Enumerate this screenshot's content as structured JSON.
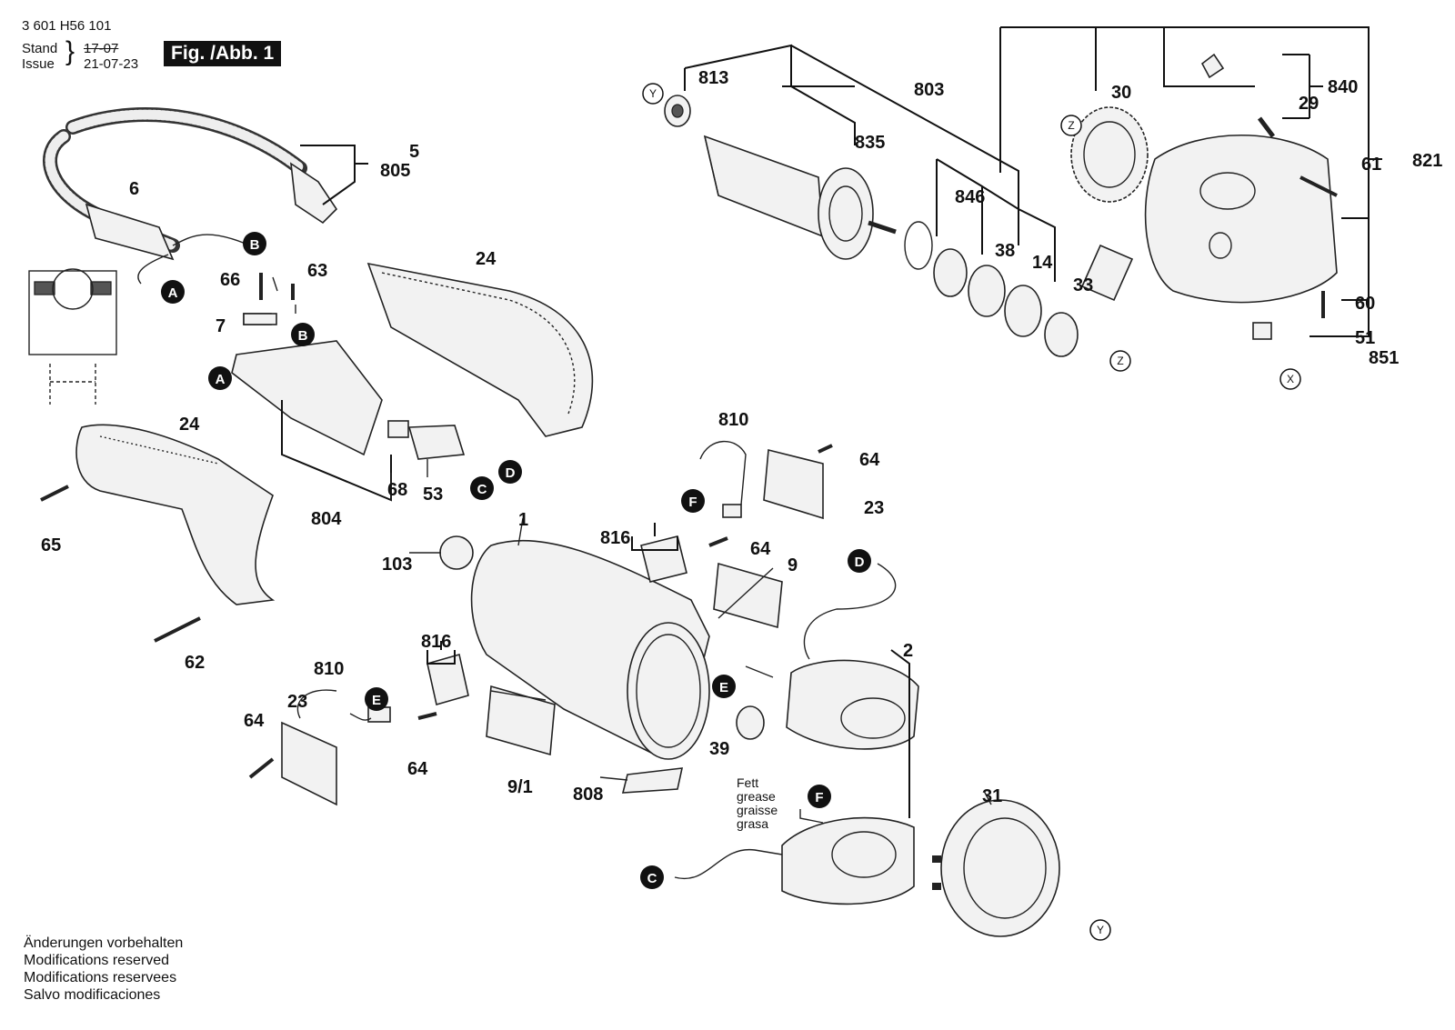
{
  "header": {
    "doc_number": "3 601 H56 101",
    "stand_label": "Stand",
    "issue_label": "Issue",
    "stand_date": "17-07",
    "issue_date": "21-07-23",
    "figure_label": "Fig. /Abb. 1"
  },
  "notes": [
    "Änderungen vorbehalten",
    "Modifications reserved",
    "Modifications reservees",
    "Salvo modificaciones"
  ],
  "grease_label": [
    "Fett",
    "grease",
    "graisse",
    "grasa"
  ],
  "parts": [
    {
      "id": "p813",
      "text": "813"
    },
    {
      "id": "p803",
      "text": "803"
    },
    {
      "id": "p835",
      "text": "835"
    },
    {
      "id": "p30",
      "text": "30"
    },
    {
      "id": "p840",
      "text": "840"
    },
    {
      "id": "p29",
      "text": "29"
    },
    {
      "id": "p821",
      "text": "821"
    },
    {
      "id": "p61",
      "text": "61"
    },
    {
      "id": "p846",
      "text": "846"
    },
    {
      "id": "p38",
      "text": "38"
    },
    {
      "id": "p14",
      "text": "14"
    },
    {
      "id": "p33",
      "text": "33"
    },
    {
      "id": "p60",
      "text": "60"
    },
    {
      "id": "p51",
      "text": "51"
    },
    {
      "id": "p851",
      "text": "851"
    },
    {
      "id": "p5",
      "text": "5"
    },
    {
      "id": "p805",
      "text": "805"
    },
    {
      "id": "p6",
      "text": "6"
    },
    {
      "id": "p24a",
      "text": "24"
    },
    {
      "id": "p66",
      "text": "66"
    },
    {
      "id": "p63",
      "text": "63"
    },
    {
      "id": "p7",
      "text": "7"
    },
    {
      "id": "p24b",
      "text": "24"
    },
    {
      "id": "p65",
      "text": "65"
    },
    {
      "id": "p62",
      "text": "62"
    },
    {
      "id": "p804",
      "text": "804"
    },
    {
      "id": "p68",
      "text": "68"
    },
    {
      "id": "p53",
      "text": "53"
    },
    {
      "id": "p810a",
      "text": "810"
    },
    {
      "id": "p64a",
      "text": "64"
    },
    {
      "id": "p23a",
      "text": "23"
    },
    {
      "id": "p816a",
      "text": "816"
    },
    {
      "id": "p64b",
      "text": "64"
    },
    {
      "id": "p9",
      "text": "9"
    },
    {
      "id": "p1",
      "text": "1"
    },
    {
      "id": "p103",
      "text": "103"
    },
    {
      "id": "p2",
      "text": "2"
    },
    {
      "id": "p816b",
      "text": "816"
    },
    {
      "id": "p810b",
      "text": "810"
    },
    {
      "id": "p23b",
      "text": "23"
    },
    {
      "id": "p64c",
      "text": "64"
    },
    {
      "id": "p64d",
      "text": "64"
    },
    {
      "id": "p39",
      "text": "39"
    },
    {
      "id": "p91",
      "text": "9/1"
    },
    {
      "id": "p808",
      "text": "808"
    },
    {
      "id": "p31",
      "text": "31"
    }
  ],
  "connectors": [
    {
      "id": "cB1",
      "text": "B"
    },
    {
      "id": "cA1",
      "text": "A"
    },
    {
      "id": "cB2",
      "text": "B"
    },
    {
      "id": "cA2",
      "text": "A"
    },
    {
      "id": "cD1",
      "text": "D"
    },
    {
      "id": "cC1",
      "text": "C"
    },
    {
      "id": "cF1",
      "text": "F"
    },
    {
      "id": "cD2",
      "text": "D"
    },
    {
      "id": "cE1",
      "text": "E"
    },
    {
      "id": "cE2",
      "text": "E"
    },
    {
      "id": "cF2",
      "text": "F"
    },
    {
      "id": "cC2",
      "text": "C"
    }
  ],
  "refs": [
    {
      "id": "rY1",
      "text": "Y"
    },
    {
      "id": "rZ1",
      "text": "Z"
    },
    {
      "id": "rZ2",
      "text": "Z"
    },
    {
      "id": "rX1",
      "text": "X"
    },
    {
      "id": "rY2",
      "text": "Y"
    }
  ]
}
